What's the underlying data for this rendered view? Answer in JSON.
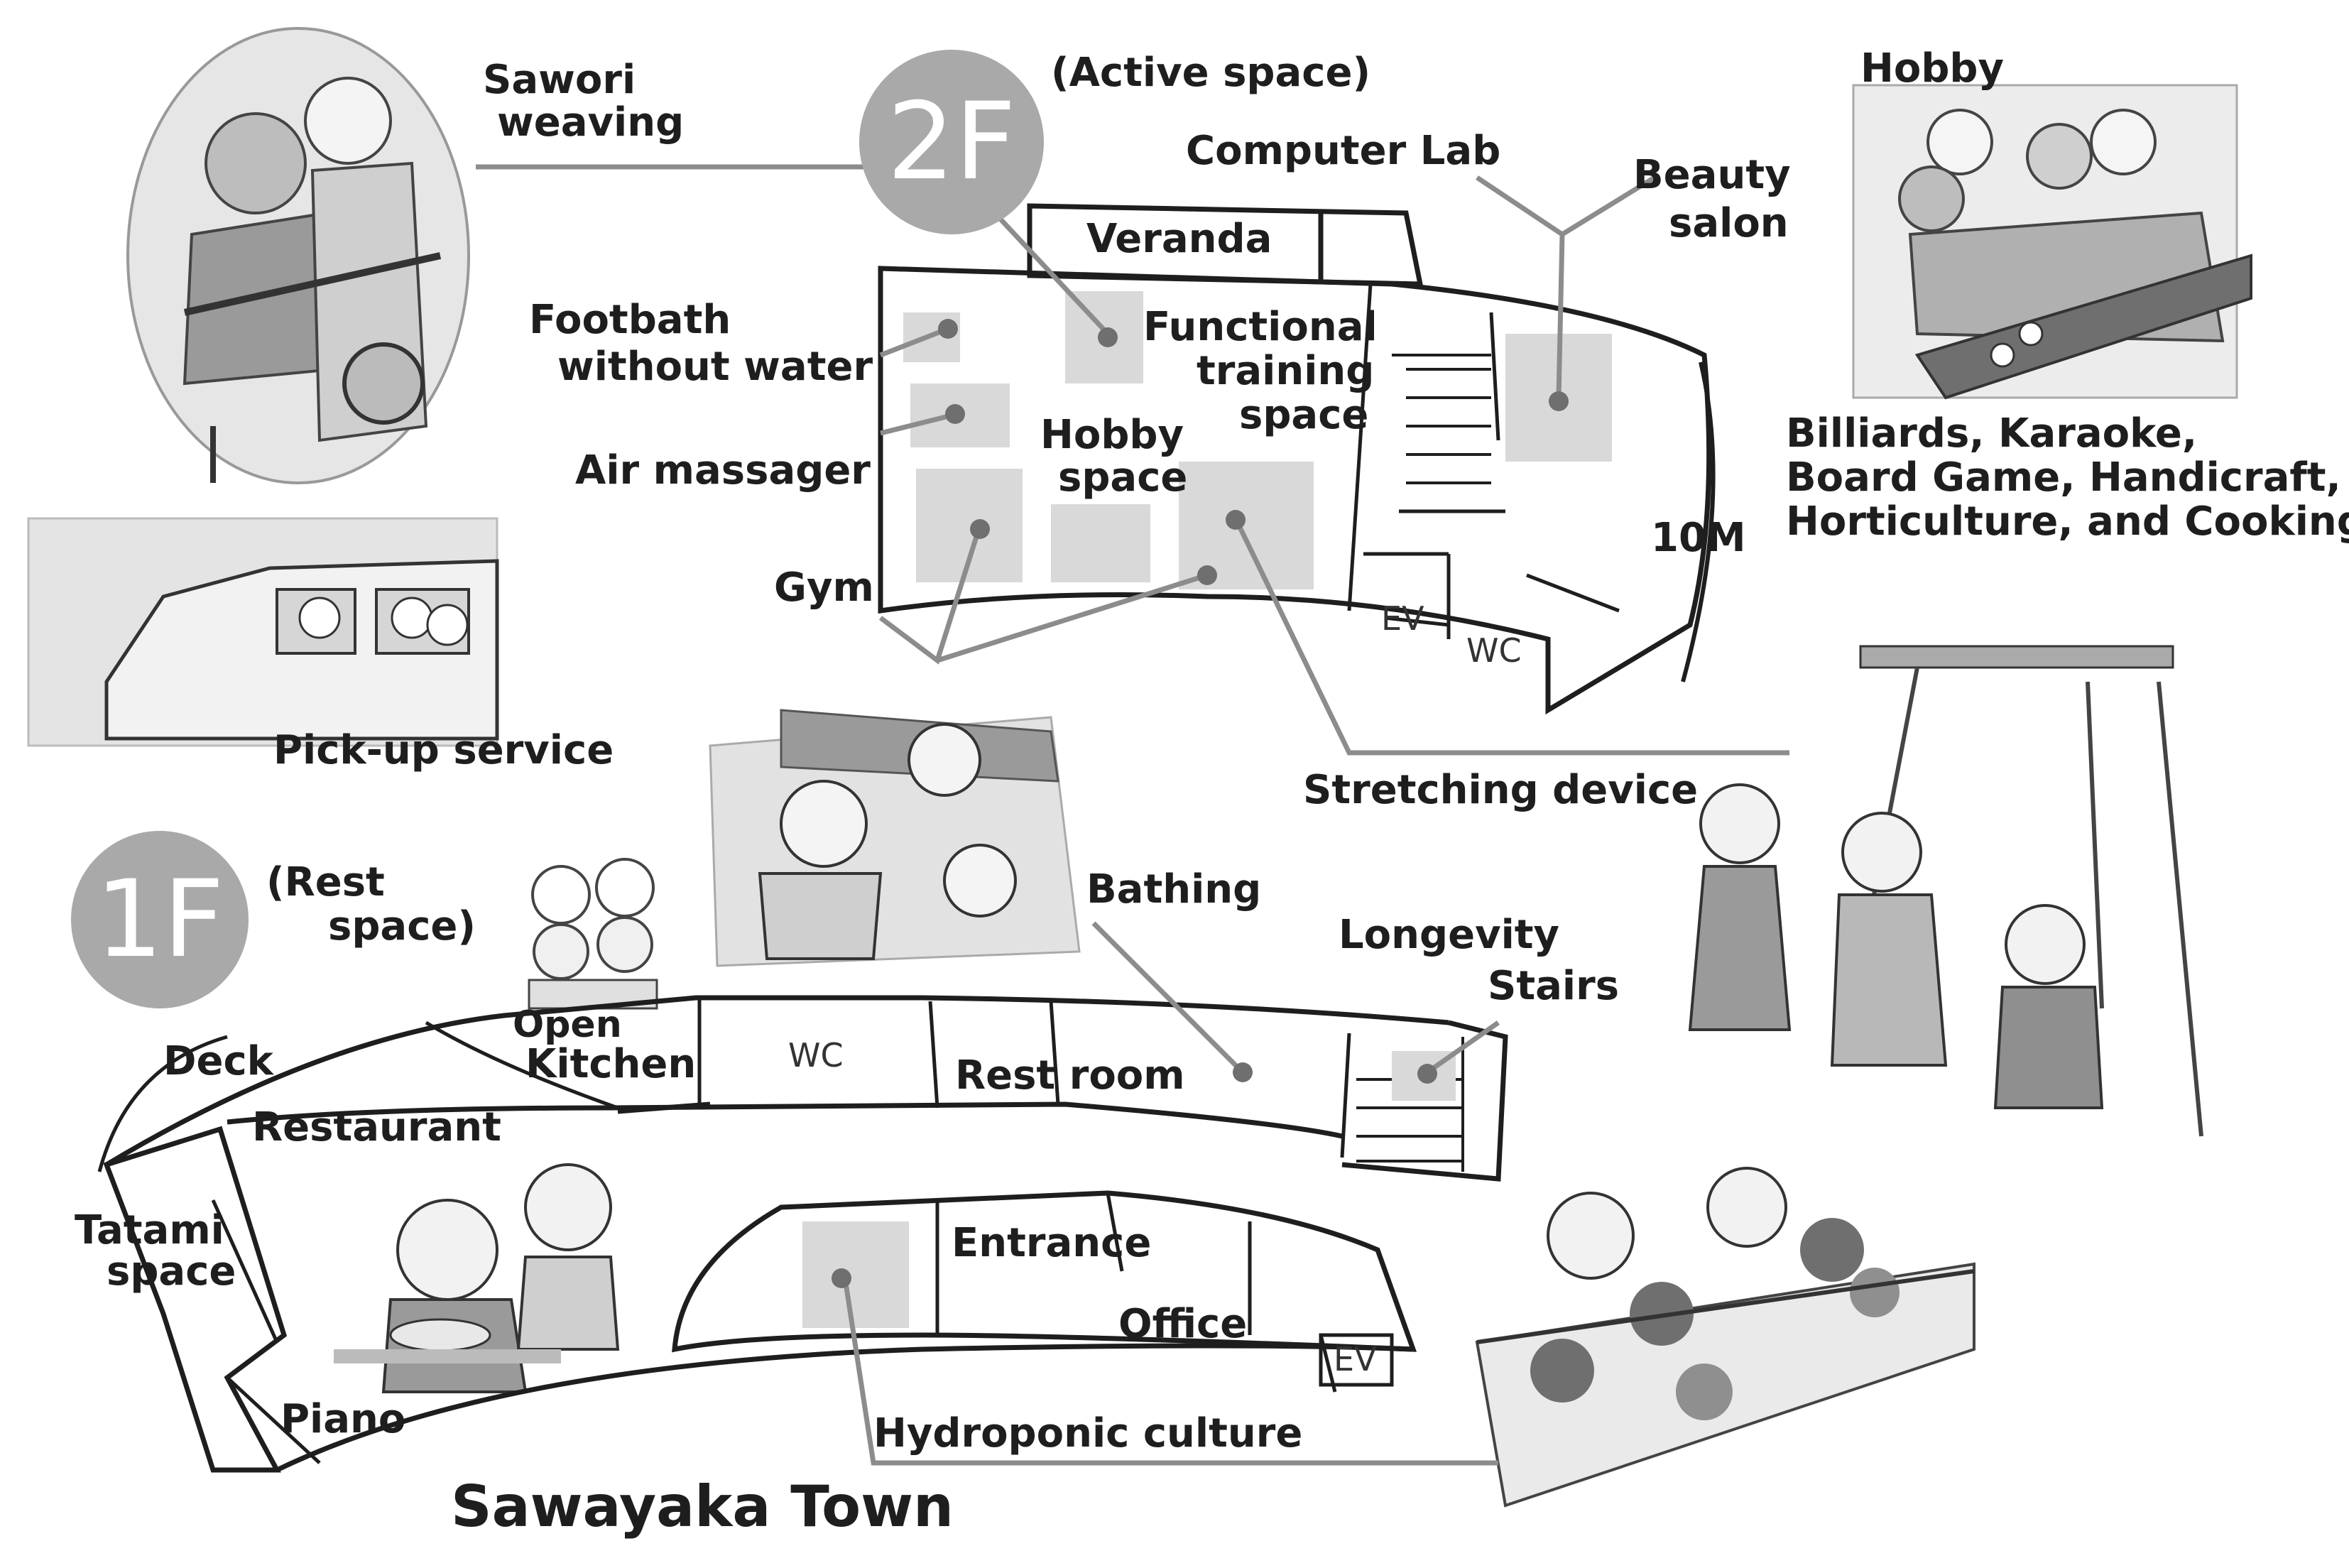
{
  "title": "Sawayaka Town",
  "floors": {
    "second": {
      "badge": "2F",
      "subtitle": "(Active space)"
    },
    "first": {
      "badge": "1F",
      "subtitle_line1": "(Rest",
      "subtitle_line2": "space)"
    }
  },
  "scale_label": "10M",
  "labels_2f": {
    "sawori_line1": "Sawori",
    "sawori_line2": "weaving",
    "computer_lab": "Computer Lab",
    "beauty_line1": "Beauty",
    "beauty_line2": "salon",
    "veranda": "Veranda",
    "footbath_line1": "Footbath",
    "footbath_line2": "without water",
    "functional_line1": "Functional",
    "functional_line2": "training",
    "functional_line3": "space",
    "air_massager": "Air massager",
    "hobby_space_line1": "Hobby",
    "hobby_space_line2": "space",
    "gym": "Gym",
    "ev": "EV",
    "wc": "WC",
    "stretching_device": "Stretching device"
  },
  "labels_1f": {
    "deck": "Deck",
    "open_line1": "Open",
    "open_line2": "Kitchen",
    "wc": "WC",
    "rest_room": "Rest room",
    "bathing": "Bathing",
    "longevity_line1": "Longevity",
    "longevity_line2": "Stairs",
    "restaurant": "Restaurant",
    "tatami_line1": "Tatami",
    "tatami_line2": "space",
    "entrance": "Entrance",
    "office": "Office",
    "ev": "EV",
    "piano": "Piano",
    "hydroponic": "Hydroponic culture"
  },
  "side_labels": {
    "hobby": "Hobby",
    "hobby_list_line1": "Billiards, Karaoke,",
    "hobby_list_line2": "Board Game, Handicraft,",
    "hobby_list_line3": "Horticulture, and Cooking",
    "pickup": "Pick-up service"
  },
  "colors": {
    "badge": "#a9a9a9",
    "zone_fill": "#d9d9d9",
    "line": "#1e1e1e",
    "leader": "#8c8c8c",
    "illustration": "#bdbdbd"
  },
  "icons": [
    "weaving-illustration",
    "hobby-illustration",
    "car-illustration",
    "bathing-illustration",
    "chefs-illustration",
    "stretching-illustration",
    "dining-illustration",
    "hydroponic-illustration"
  ]
}
